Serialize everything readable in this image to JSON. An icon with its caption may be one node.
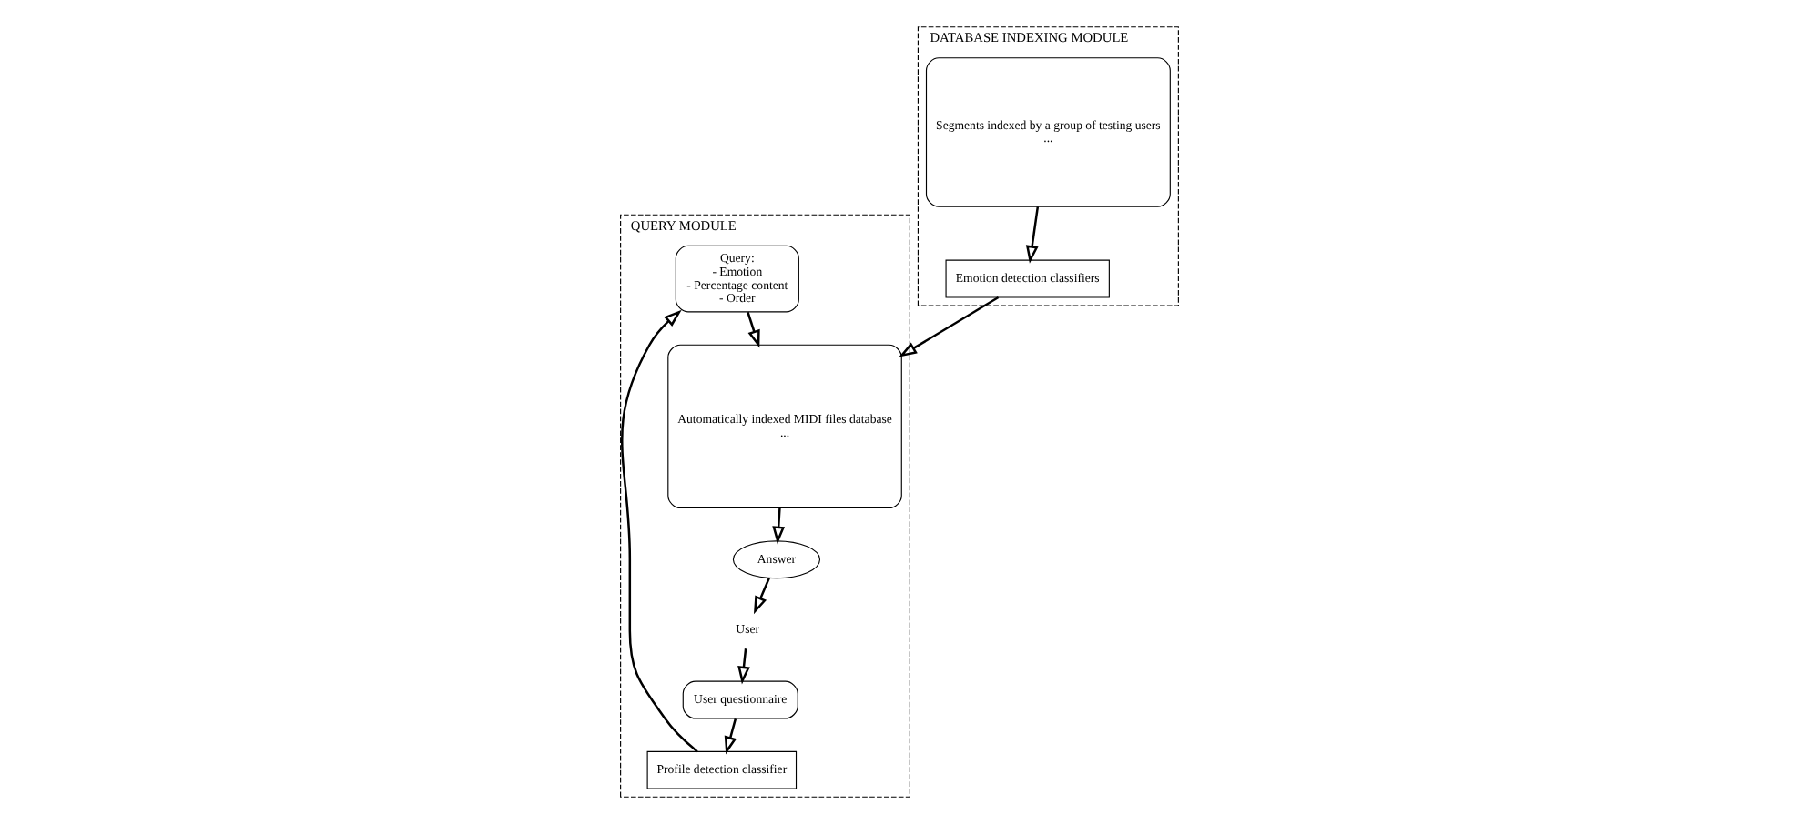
{
  "diagram": {
    "nodes": [
      {
        "text": [
          "QUERY MODULE"
        ]
      },
      {
        "text": [
          "Query:",
          "- Emotion",
          "- Percentage content",
          "- Order"
        ],
        "in": 0
      },
      {
        "text": [
          "Automatically indexed MIDI files database",
          "..."
        ],
        "in": 0
      },
      {
        "text": [
          "Profile detection classifier"
        ],
        "in": 0
      },
      {
        "text": [
          "User questionnaire"
        ],
        "in": 0
      },
      {
        "text": [
          "User"
        ],
        "in": 0
      },
      {
        "text": [
          "Answer"
        ],
        "in": 0
      },
      {
        "text": [
          "DATABASE INDEXING MODULE"
        ]
      },
      {
        "text": [
          "Emotion detection classifiers"
        ],
        "in": 7
      },
      {
        "text": [
          "Segments indexed by a group of testing users",
          "..."
        ],
        "in": 7
      }
    ],
    "edges": [
      {
        "from": 1,
        "to": 2,
        "arrow": "to"
      },
      {
        "from": 8,
        "to": 2,
        "arrow": "to"
      },
      {
        "from": 9,
        "to": 8,
        "arrow": "to"
      },
      {
        "from": 3,
        "to": 1,
        "arrow": "to"
      },
      {
        "from": 4,
        "to": 3,
        "arrow": "to"
      },
      {
        "from": 5,
        "to": 4,
        "arrow": "to"
      },
      {
        "from": 2,
        "to": 6,
        "arrow": "to"
      },
      {
        "from": 6,
        "to": 5,
        "arrow": "to"
      }
    ]
  }
}
